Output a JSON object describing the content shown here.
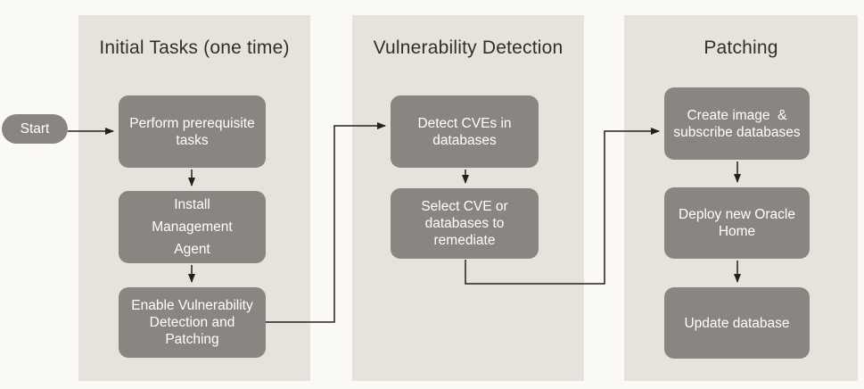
{
  "colors": {
    "page_bg": "#fbf9f6",
    "panel_bg": "#e8e2dc",
    "node_bg": "#8a8580",
    "node_text": "#ffffff",
    "heading_text": "#322e2b",
    "arrow": "#231f1c"
  },
  "start": {
    "label": "Start"
  },
  "columns": [
    {
      "title": "Initial Tasks (one time)",
      "boxes": [
        {
          "label": "Perform prerequisite\ntasks"
        },
        {
          "label": "Install\nManagement\nAgent"
        },
        {
          "label": "Enable Vulnerability\nDetection and\nPatching"
        }
      ]
    },
    {
      "title": "Vulnerability Detection",
      "boxes": [
        {
          "label": "Detect CVEs in\ndatabases"
        },
        {
          "label": "Select CVE or\ndatabases to\nremediate"
        }
      ]
    },
    {
      "title": "Patching",
      "boxes": [
        {
          "label": "Create image  &\nsubscribe databases"
        },
        {
          "label": "Deploy new Oracle\nHome"
        },
        {
          "label": "Update database"
        }
      ]
    }
  ]
}
